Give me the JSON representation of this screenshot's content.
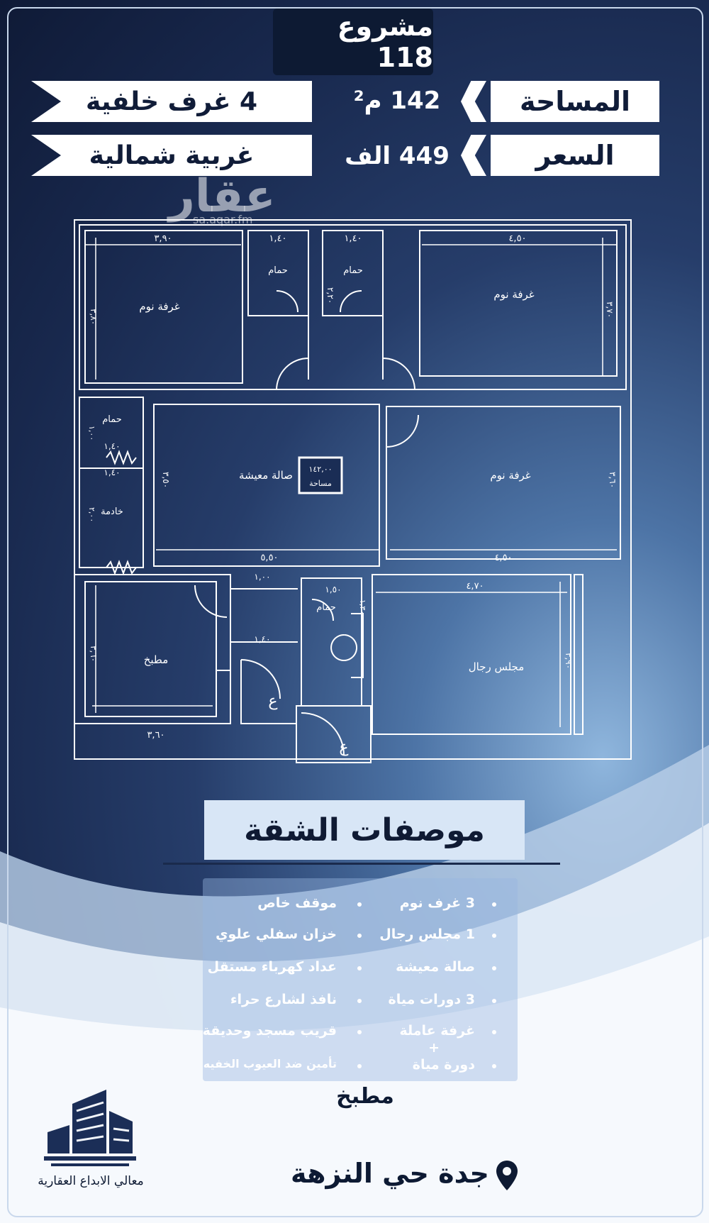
{
  "header": {
    "title": "مشروع 118"
  },
  "features": {
    "rooms": "4 غرف خلفية",
    "orientation": "غربية شمالية"
  },
  "area": {
    "label": "المساحة",
    "value": "142 م²"
  },
  "price": {
    "label": "السعر",
    "value": "449 الف"
  },
  "watermark": {
    "brand": "عقار",
    "site": "sa.aqar.fm"
  },
  "floorplan": {
    "rooms": {
      "bedroom_top_left": "غرفة نوم",
      "bath_1": "حمام",
      "bath_2": "حمام",
      "bedroom_top_right": "غرفة نوم",
      "bath_3": "حمام",
      "maid_room": "خادمة",
      "living_hall": "صالة معيشة",
      "bedroom_mid_right": "غرفة نوم",
      "kitchen": "مطبخ",
      "bath_4": "حمام",
      "men_majlis": "مجلس رجال"
    },
    "area_stamp": {
      "value": "١٤٢,٠٠",
      "label": "مساحة"
    },
    "dimensions": {
      "d1": "٣,٩٠",
      "d2": "١,٤٠",
      "d3": "١,٤٠",
      "d4": "٤,٥٠",
      "d5": "٣,٨٠",
      "d6": "٢,٢٠",
      "d7": "٣,٧٠",
      "d8": "١,٤٠",
      "d9": "١,٤٠",
      "d10": "١,٠٠",
      "d11": "٣,٥٠",
      "d12": "٣,٦٠",
      "d13": "٢,٠٠",
      "d14": "٥,٥٠",
      "d15": "٤,٥٠",
      "d16": "١,٠٠",
      "d17": "١,٥٠",
      "d18": "١,٣٠",
      "d19": "٤,٧٠",
      "d20": "١,٤٠",
      "d21": "٣,٦٠",
      "d22": "٣,٦٠",
      "d23": "٣,٩٠"
    },
    "elevator_glyph": "ع"
  },
  "specs": {
    "heading": "موصفات الشقة",
    "right_column": [
      "3 غرف نوم",
      "1 مجلس رجال",
      "صالة معيشة",
      "3 دورات مياة",
      "غرفة عاملة",
      "+",
      "دورة مياة"
    ],
    "left_column": [
      "موقف خاص",
      "خزان سفلي علوي",
      "عداد كهرباء مستقل",
      "نافذ لشارع حراء",
      "قريب مسجد وحديقة",
      "تأمين ضد العيوب الخفيه"
    ],
    "extra": "مطبخ"
  },
  "footer": {
    "company": "معالي الابداع العقارية",
    "location": "جدة حي النزهة"
  },
  "colors": {
    "navy": "#0d1a33",
    "background_dark": "#18284d",
    "plan_lines": "#ffffff"
  }
}
